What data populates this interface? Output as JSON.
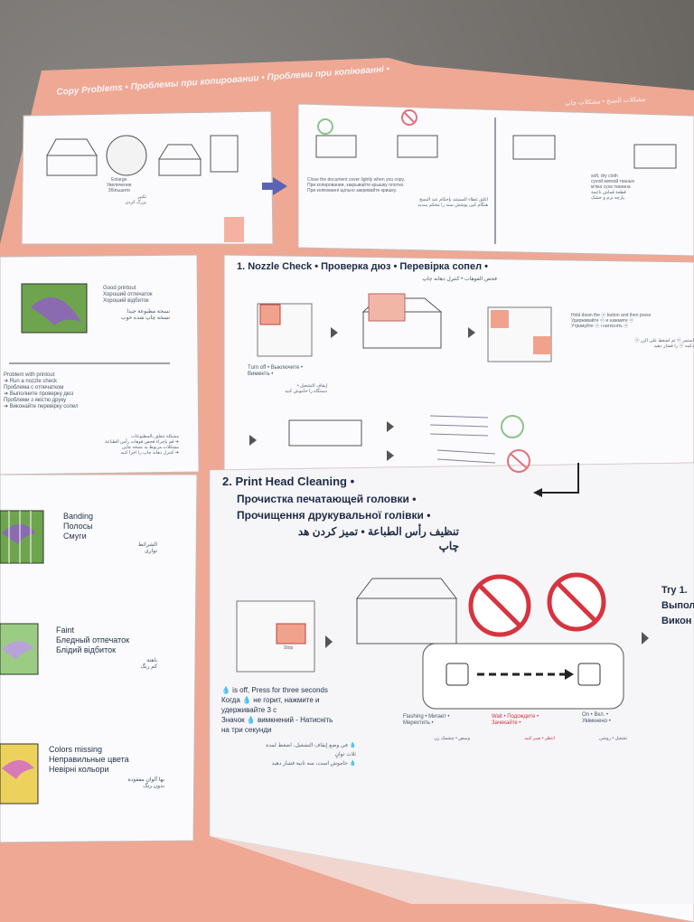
{
  "header": {
    "title": "Copy Problems • Проблемы при копировании • Проблеми при копіюванні •",
    "title_rtl": "مشکلات النسخ • مشکلات چاپ"
  },
  "copy_row": {
    "enlarge": "Enlarge\nУвеличение\nЗбільшити",
    "enlarge_rtl": "تكبير\nبزرگ کردن",
    "close_cover": "Close the document cover lightly when you copy.\nПри копировании, закрывайте крышку плотно.\nПри копіюванні щільно закривайте кришку.",
    "close_cover_rtl": "اغلق غطاء المستند بإحكام عند النسخ\nهنگام کپی پوشش سند را محکم ببندید",
    "soft_cloth": "soft, dry cloth\nсухой мягкой тканью\nм'яка суха тканина\nقطعة قماش ناعمة\nپارچه نرم و خشک"
  },
  "left_panel": {
    "good_printout": "Good printout\nХороший отпечаток\nХороший відбиток",
    "good_printout_rtl": "نسخة مطبوعة جيدا\nنسخه چاپ شده خوب",
    "problem": "Problem with printout\n➜ Run a nozzle check\nПроблема с отпечатком\n➜ Выполните проверку дюз\nПроблеми з якістю друку\n➜ Виконайте перевірку сопел",
    "problem_rtl": "مشكلة تتعلق بالمطبوعات\n➜ قم بإجراء فحص فوهات رأس الطباعة\nمشکلات مربوط به نسخه چاپی\n➜ کنترل دهانه چاپ را اجرا کنید"
  },
  "left_lower": {
    "banding": "Banding\nПолосы\nСмуги",
    "banding_rtl": "الشرائط\nنواری",
    "faint": "Faint\nБледный отпечаток\nБлідий відбиток",
    "faint_rtl": "باهتة\nکم رنگ",
    "colors_missing": "Colors missing\nНеправильные цвета\nНевірні кольори",
    "colors_missing_rtl": "بها ألوان مفقودة\nبدون رنگ"
  },
  "nozzle": {
    "title": "1.  Nozzle Check • Проверка дюз • Перевірка сопел •",
    "title_rtl": "فحص الفوهات • کنترل دهانه چاپ",
    "turn_off": "Turn off • Выключите •\nВимкніть •",
    "turn_off_rtl": "إيقاف التشغيل •\nدستگاه را خاموش کنید",
    "hold_down": "Hold down the ⓞ button and then press\nУдерживайте ⓞ и нажмите ⓞ\nУтримуйте ⓞ і натисніть ⓞ",
    "hold_down_rtl": "استمر ⓞ ثم اضغط على الزر ⓞ\nدکمه ⓞ را فشار دهید"
  },
  "cleaning": {
    "title": "2. Print Head Cleaning •",
    "title_ru": "Прочистка печатающей головки •",
    "title_uk": "Прочищення друкувальної голівки •",
    "title_rtl": "تنظيف رأس الطباعة • تميز كردن هد چاپ",
    "off_press": "💧 is off, Press for three seconds\nКогда 💧 не горит, нажмите и\nудерживайте 3 с\nЗначок 💧 вимкнений - Натисніть\nна три секунди",
    "off_press_rtl": "💧 في وضع إيقاف التشغيل، اضغط لمدة\nثلاث ثوانٍ\n💧 خاموش است، سه ثانیه فشار دهید",
    "flashing": "Flashing • Мигает •\nМерехтить •",
    "flashing_rtl": "وميض • چشمک زن",
    "wait": "Wait • Подождите •\nЗачекайте •",
    "wait_rtl": "انتظر • صبر کنید",
    "on": "On • Вкл. •\nУвімкнено •",
    "on_rtl": "تشغيل • روشن",
    "try1": "Try 1.\nВыпол\nВикон",
    "stop_label": "Stop"
  }
}
